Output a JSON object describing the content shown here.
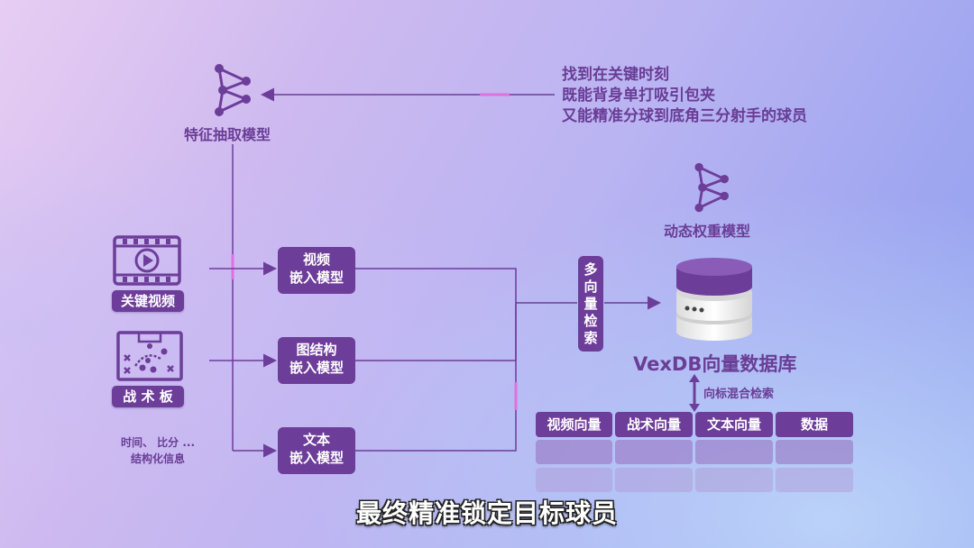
{
  "feature_model": {
    "label": "特征抽取模型",
    "icon": "neural-network-icon"
  },
  "annotation": {
    "lines": [
      "找到在关键时刻",
      "既能背身单打吸引包夹",
      "又能精准分球到底角三分射手的球员"
    ]
  },
  "dynamic_model": {
    "label": "动态权重模型",
    "icon": "neural-network-icon"
  },
  "inputs": {
    "video": {
      "label": "关键视频",
      "icon": "video-film-icon"
    },
    "board": {
      "label": "战 术 板",
      "icon": "tactics-board-icon"
    },
    "structured": {
      "line1": "时间、 比分 ...",
      "line2": "结构化信息"
    }
  },
  "models": {
    "video": {
      "line1": "视频",
      "line2": "嵌入模型"
    },
    "graph": {
      "line1": "图结构",
      "line2": "嵌入模型"
    },
    "text": {
      "line1": "文本",
      "line2": "嵌入模型"
    }
  },
  "retrieval": {
    "label": "多向量检索",
    "chars": [
      "多",
      "向",
      "量",
      "检",
      "索"
    ]
  },
  "database": {
    "label": "VexDB向量数据库",
    "icon": "database-icon"
  },
  "hybrid": {
    "label": "向标混合检索"
  },
  "table": {
    "headers": [
      "视频向量",
      "战术向量",
      "文本向量",
      "数据"
    ]
  },
  "subtitle": "最终精准锁定目标球员",
  "colors": {
    "accent": "#6d3d9a",
    "label": "#6a3d96",
    "highlight": "#e070e0"
  }
}
